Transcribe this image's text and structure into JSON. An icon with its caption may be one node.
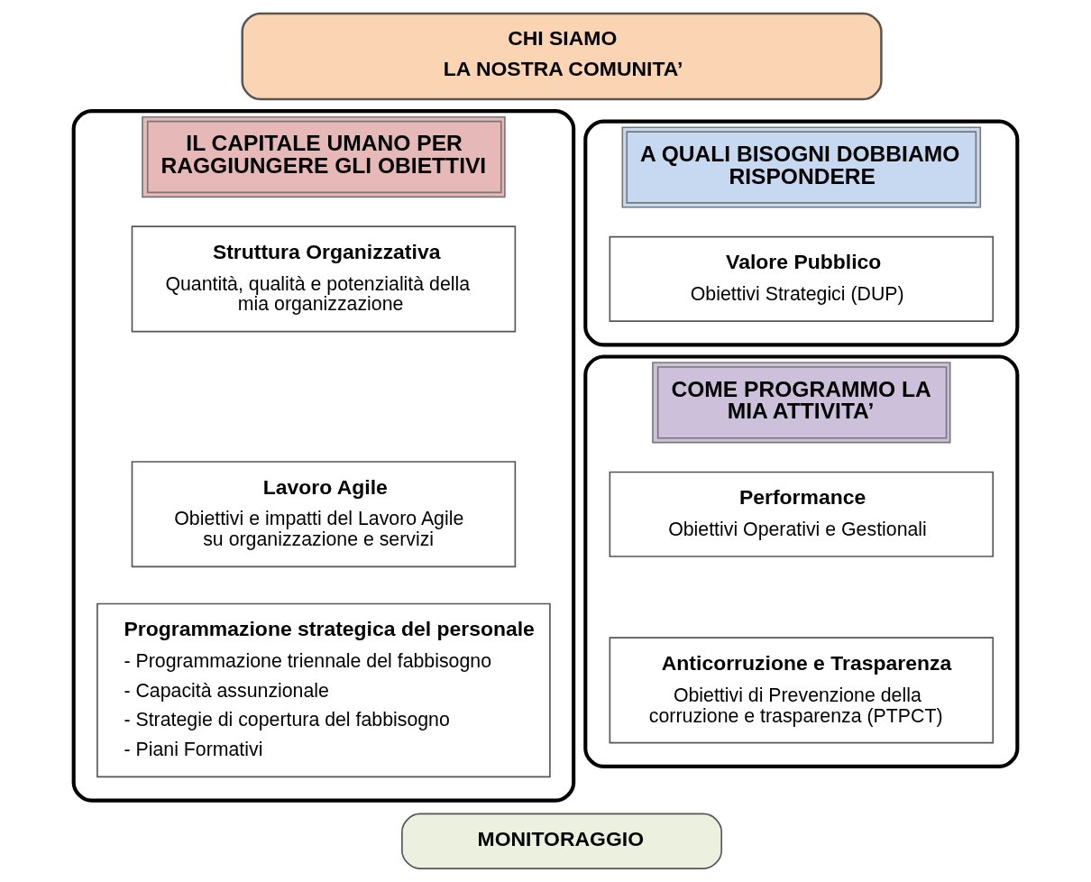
{
  "diagram": {
    "nodes": [
      {
        "text": [
          "CHI SIAMO",
          "LA NOSTRA COMUNITA’"
        ]
      },
      {
        "text": [
          "A QUALI BISOGNI DOBBIAMO RISPONDERE"
        ]
      },
      {
        "text": [
          "Valore Pubblico",
          "Obiettivi Strategici (DUP)"
        ],
        "in": 1
      },
      {
        "text": [
          "COME PROGRAMMO LA MIA ATTIVITA’"
        ]
      },
      {
        "text": [
          "Performance",
          "Obiettivi Operativi e Gestionali"
        ],
        "in": 3
      },
      {
        "text": [
          "Anticorruzione e Trasparenza",
          "Obiettivi di Prevenzione della corruzione e trasparenza (PTPCT)"
        ],
        "in": 3
      },
      {
        "text": [
          "IL CAPITALE UMANO PER RAGGIUNGERE GLI OBIETTIVI"
        ]
      },
      {
        "text": [
          "Struttura Organizzativa",
          "Quantità, qualità e potenzialità della mia organizzazione"
        ],
        "in": 6
      },
      {
        "text": [
          "Lavoro Agile",
          "Obiettivi e impatti del Lavoro Agile su organizzazione e servizi"
        ],
        "in": 6
      },
      {
        "text": [
          "Programmazione strategica del personale",
          "- Programmazione triennale del fabbisogno",
          "- Capacità assunzionale",
          "- Strategie di copertura del fabbisogno",
          "- Piani Formativi"
        ],
        "in": 6
      },
      {
        "text": [
          "MONITORAGGIO"
        ]
      }
    ],
    "edges": []
  }
}
